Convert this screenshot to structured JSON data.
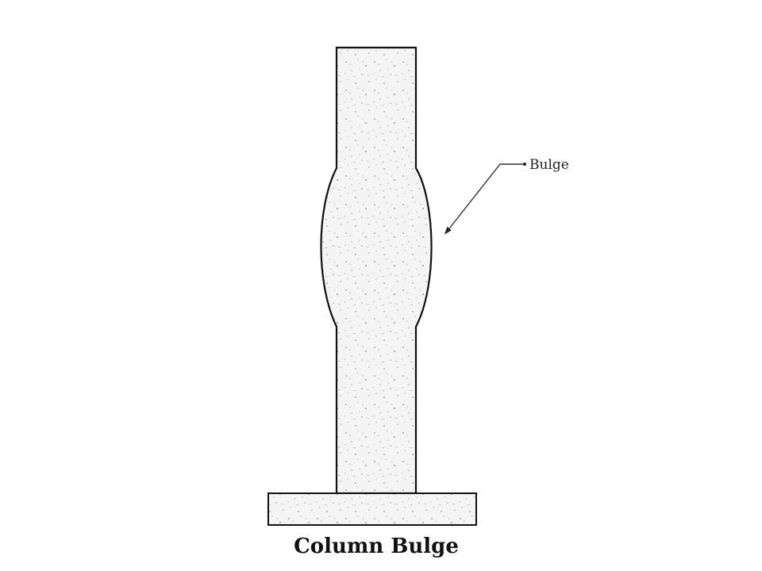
{
  "diagram": {
    "title": "Column Bulge",
    "callout_label": "Bulge",
    "colors": {
      "outline": "#111111",
      "fill": "#f4f4f4",
      "speckle": "#9a9a9a",
      "callout": "#333333"
    },
    "parts": [
      "column",
      "bulge",
      "footing"
    ]
  }
}
